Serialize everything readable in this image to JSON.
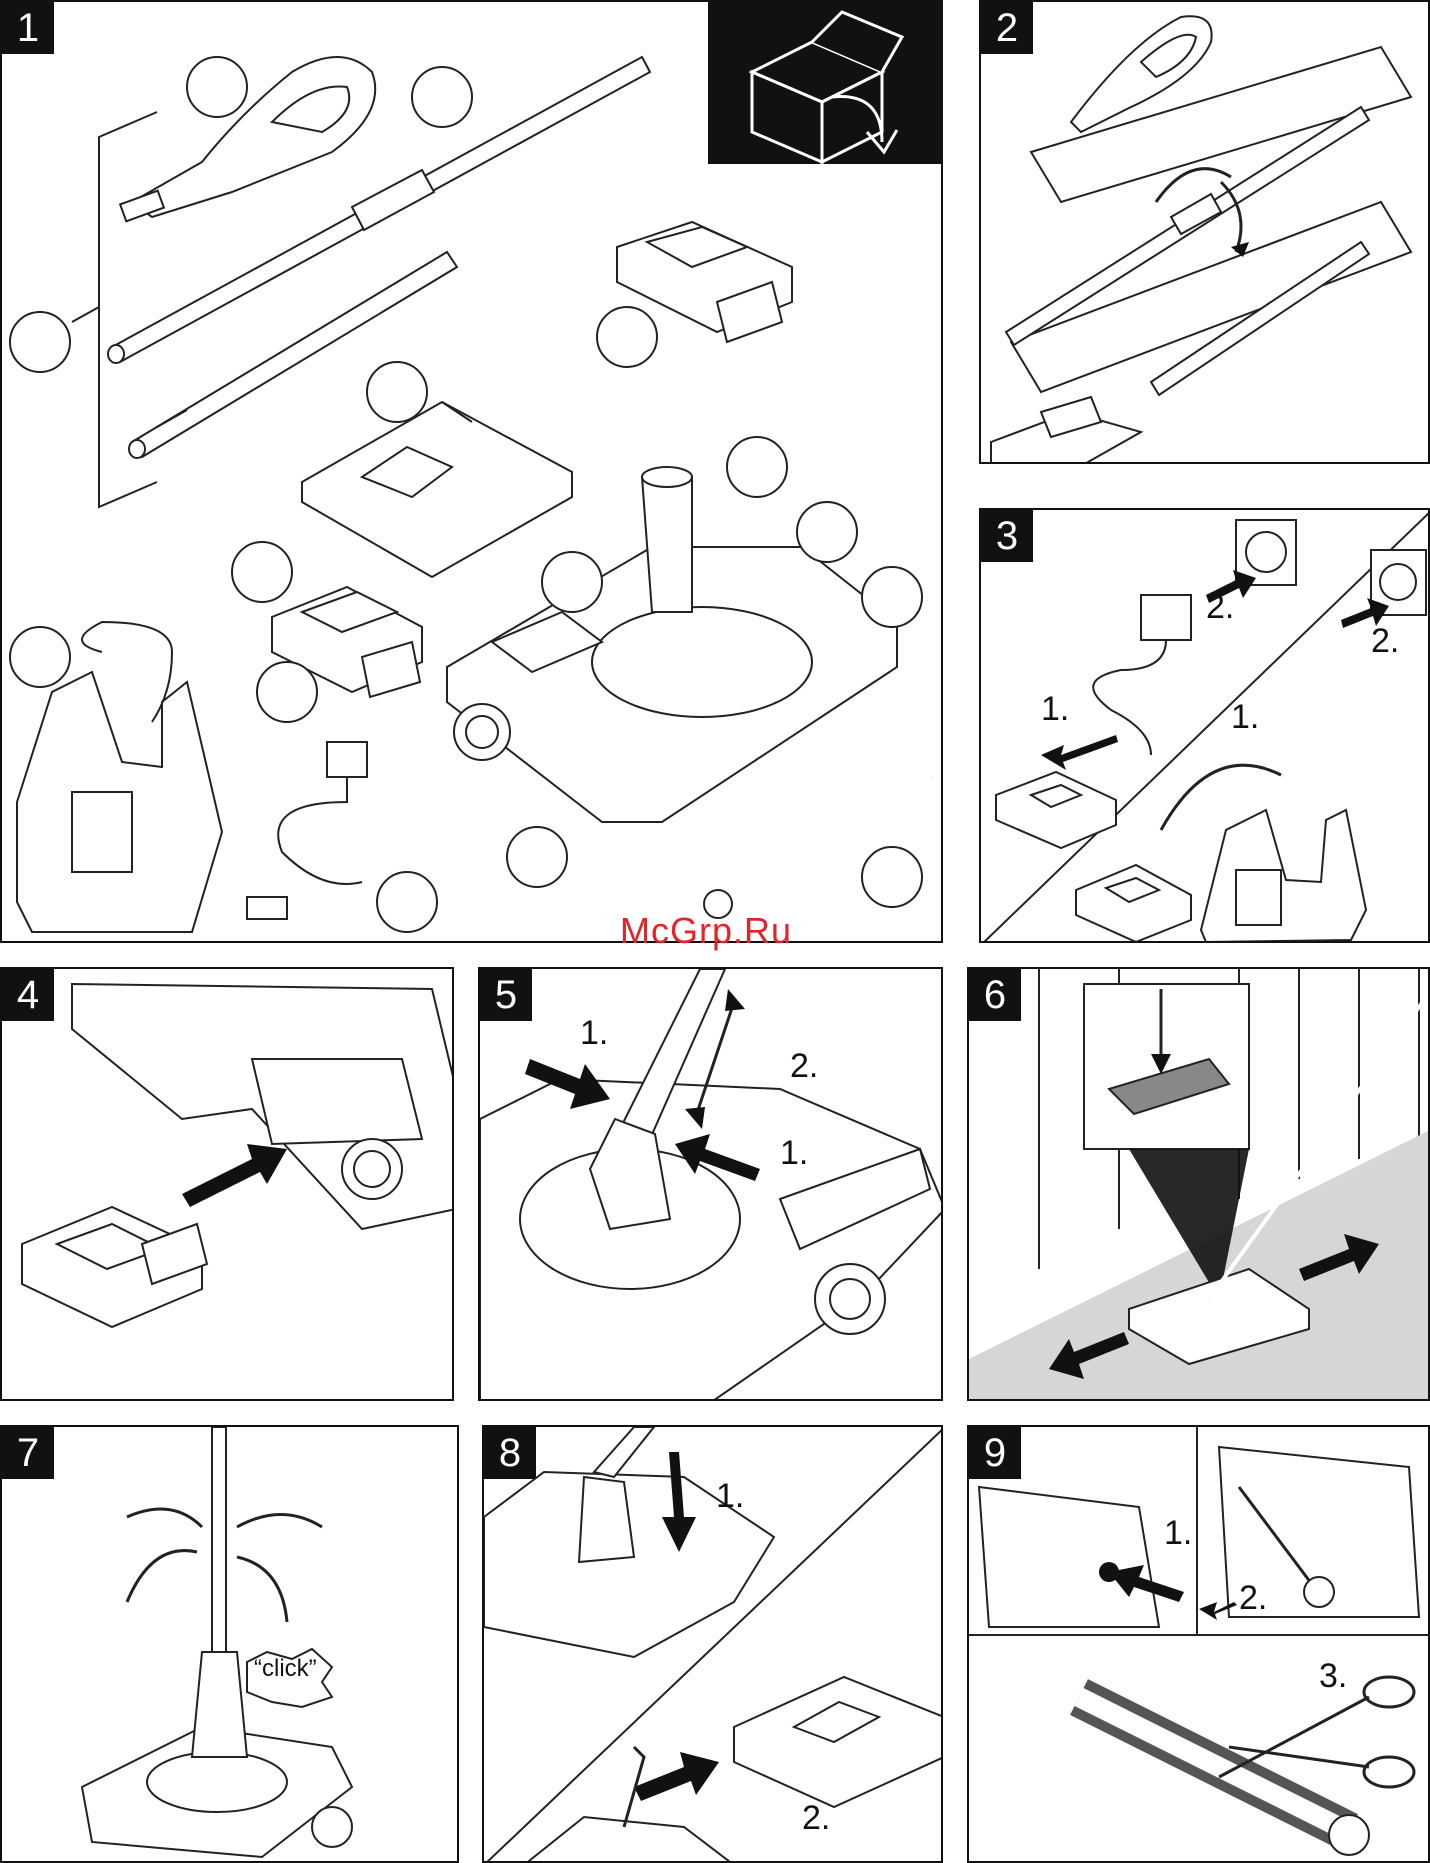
{
  "panels": [
    {
      "number": "1"
    },
    {
      "number": "2"
    },
    {
      "number": "3",
      "labels": [
        "1.",
        "2.",
        "1.",
        "2."
      ]
    },
    {
      "number": "4"
    },
    {
      "number": "5",
      "labels": [
        "1.",
        "2.",
        "1."
      ]
    },
    {
      "number": "6"
    },
    {
      "number": "7",
      "click_text": "“click”"
    },
    {
      "number": "8",
      "labels": [
        "1.",
        "2."
      ]
    },
    {
      "number": "9",
      "labels": [
        "1.",
        "2.",
        "3."
      ]
    }
  ],
  "watermark": "McGrp.Ru"
}
